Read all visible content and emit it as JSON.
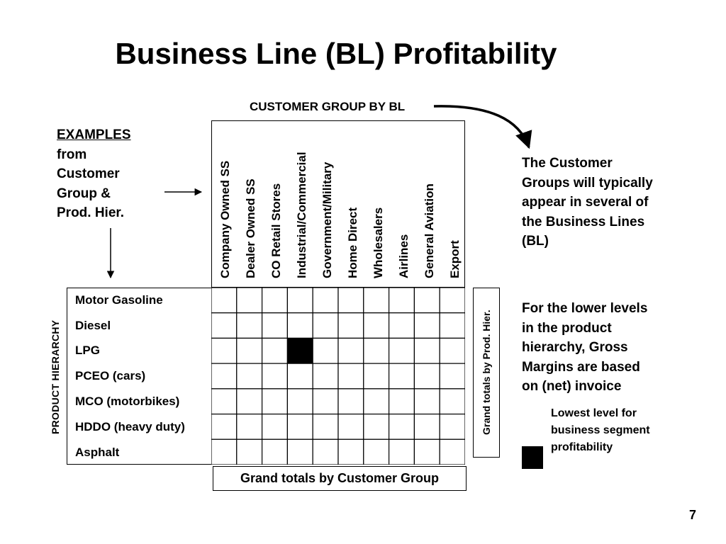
{
  "title": "Business Line (BL) Profitability",
  "customer_group_header": "CUSTOMER GROUP BY BL",
  "examples": {
    "heading": "EXAMPLES",
    "lines": [
      "from",
      "Customer",
      "Group &",
      "Prod. Hier."
    ]
  },
  "columns": [
    "Company Owned SS",
    "Dealer Owned SS",
    "CO Retail Stores",
    "Industrial/Commercial",
    "Government/Military",
    "Home Direct",
    "Wholesalers",
    "Airlines",
    "General Aviation",
    "Export"
  ],
  "product_hierarchy_label": "PRODUCT HIERARCHY",
  "rows": [
    "Motor Gasoline",
    "Diesel",
    "LPG",
    "PCEO (cars)",
    "MCO (motorbikes)",
    "HDDO (heavy duty)",
    "Asphalt"
  ],
  "highlighted_cell": {
    "row": 2,
    "col": 3
  },
  "grand_totals_prod": "Grand totals by Prod. Hier.",
  "grand_totals_customer": "Grand totals by Customer Group",
  "customer_groups_note": [
    "The Customer",
    "Groups will typically",
    "appear in several of",
    "the Business Lines",
    "(BL)"
  ],
  "gross_margins_note": [
    "For the lower levels",
    "in the product",
    "hierarchy, Gross",
    "Margins are based",
    "on (net) invoice"
  ],
  "lowest_level_note": [
    "Lowest level for",
    "business segment",
    "profitability"
  ],
  "page_number": "7"
}
